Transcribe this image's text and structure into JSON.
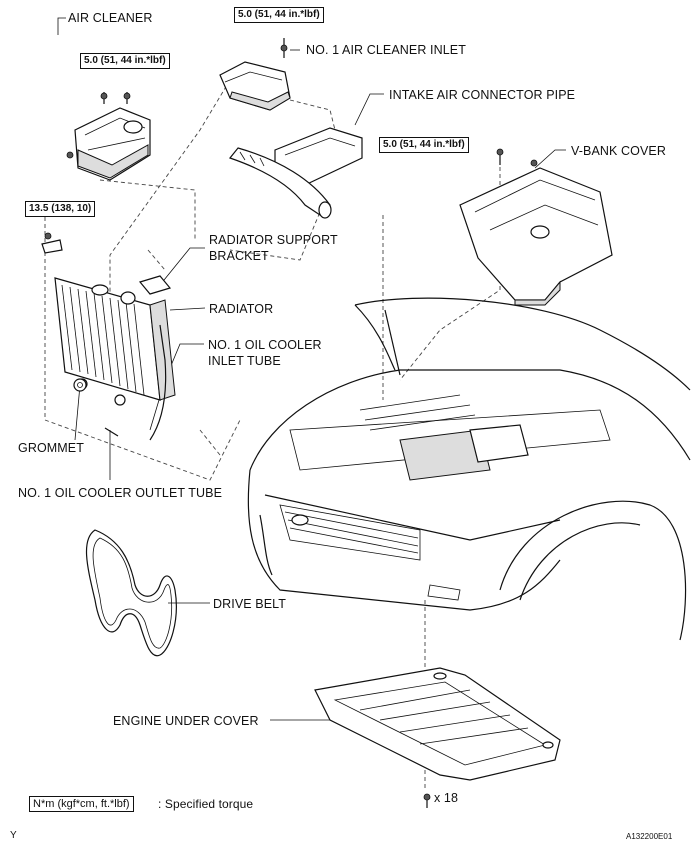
{
  "labels": {
    "air_cleaner": "AIR CLEANER",
    "no1_air_cleaner_inlet": "NO. 1 AIR CLEANER INLET",
    "intake_air_connector_pipe": "INTAKE AIR CONNECTOR PIPE",
    "v_bank_cover": "V-BANK COVER",
    "radiator_support_bracket_1": "RADIATOR SUPPORT",
    "radiator_support_bracket_2": "BRACKET",
    "radiator": "RADIATOR",
    "no1_oil_cooler_inlet_tube_1": "NO. 1 OIL COOLER",
    "no1_oil_cooler_inlet_tube_2": "INLET TUBE",
    "grommet": "GROMMET",
    "no1_oil_cooler_outlet_tube": "NO. 1 OIL COOLER OUTLET TUBE",
    "drive_belt": "DRIVE BELT",
    "engine_under_cover": "ENGINE UNDER COVER",
    "bolt_count": "x 18"
  },
  "torques": {
    "air_cleaner": "5.0 (51, 44 in.*lbf)",
    "air_cleaner_inlet": "5.0 (51, 44 in.*lbf)",
    "v_bank_cover": "5.0 (51, 44 in.*lbf)",
    "radiator_bracket": "13.5 (138, 10)"
  },
  "legend": {
    "unit_box": "N*m (kgf*cm, ft.*lbf)",
    "text": ": Specified torque"
  },
  "footer": {
    "corner_mark": "Y",
    "figure_id": "A132200E01"
  }
}
